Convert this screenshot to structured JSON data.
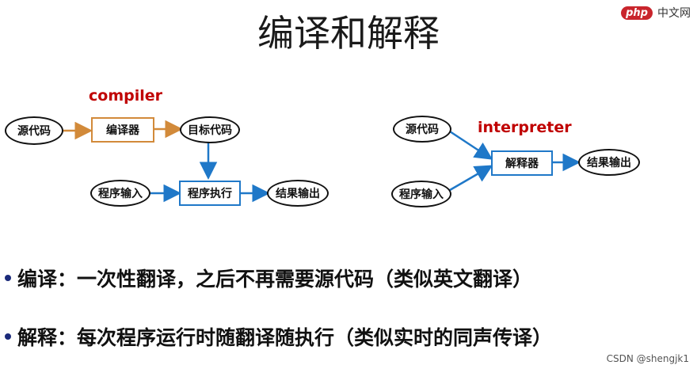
{
  "title": "编译和解释",
  "watermark": {
    "php": "php",
    "site": "中文网",
    "credit": "CSDN @shengjk1"
  },
  "compiler": {
    "tag": "compiler",
    "source": "源代码",
    "compiler_box": "编译器",
    "target": "目标代码",
    "input": "程序输入",
    "exec": "程序执行",
    "output": "结果输出"
  },
  "interpreter": {
    "tag": "interpreter",
    "source": "源代码",
    "input": "程序输入",
    "interp_box": "解释器",
    "output": "结果输出"
  },
  "bullets": [
    "编译：一次性翻译，之后不再需要源代码（类似英文翻译）",
    "解释：每次程序运行时随翻译随执行（类似实时的同声传译）"
  ],
  "colors": {
    "orange": "#d28a3a",
    "blue": "#1f78c8",
    "red": "#c00000"
  }
}
